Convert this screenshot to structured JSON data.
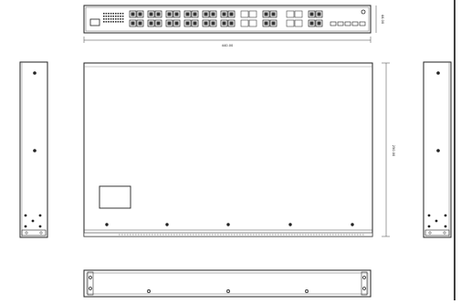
{
  "dimensions": {
    "front_width": "440.00",
    "front_height": "44.00",
    "top_depth": "250.00"
  },
  "colors": {
    "line": "#222222",
    "fill": "#ffffff",
    "port": "#333333",
    "accent_border": "#111111"
  },
  "icons": {
    "screw": "mount-hole-icon",
    "port": "rj45-port-icon"
  }
}
